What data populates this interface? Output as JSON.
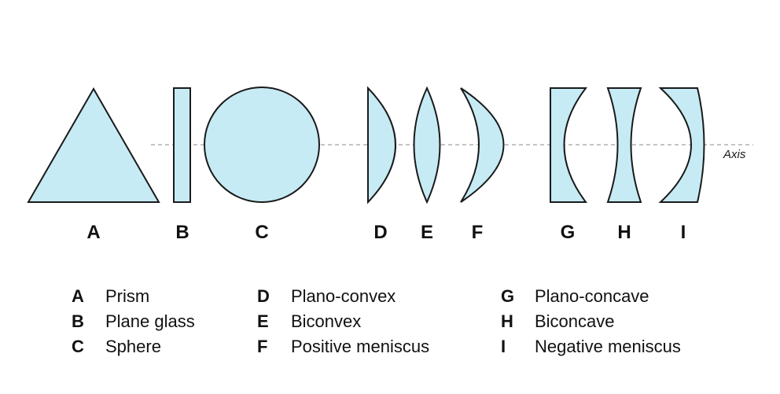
{
  "axis_label": "Axis",
  "shapes": [
    {
      "letter": "A",
      "name": "Prism"
    },
    {
      "letter": "B",
      "name": "Plane glass"
    },
    {
      "letter": "C",
      "name": "Sphere"
    },
    {
      "letter": "D",
      "name": "Plano-convex"
    },
    {
      "letter": "E",
      "name": "Biconvex"
    },
    {
      "letter": "F",
      "name": "Positive meniscus"
    },
    {
      "letter": "G",
      "name": "Plano-concave"
    },
    {
      "letter": "H",
      "name": "Biconcave"
    },
    {
      "letter": "I",
      "name": "Negative meniscus"
    }
  ],
  "colors": {
    "fill": "#c6ebf5",
    "stroke": "#1a1a1a",
    "axis": "#8a8a8a"
  }
}
